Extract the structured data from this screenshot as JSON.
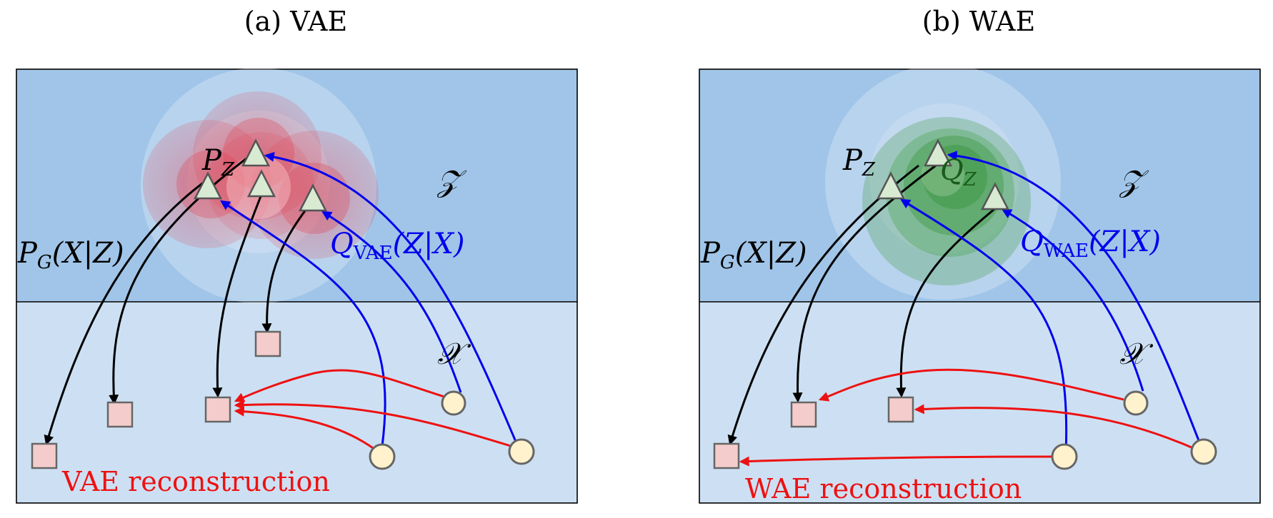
{
  "panels": [
    {
      "title": "(a) VAE",
      "latent_space_label": "𝒵",
      "data_space_label": "𝒳",
      "prior_label": {
        "main": "P",
        "sub": "Z"
      },
      "decoder_label": {
        "main": "P",
        "sub": "G",
        "rest": "(X|Z)"
      },
      "encoder_label": {
        "main": "Q",
        "sub": "VAE",
        "rest": "(Z|X)"
      },
      "reconstruction_label": "VAE reconstruction"
    },
    {
      "title": "(b) WAE",
      "latent_space_label": "𝒵",
      "data_space_label": "𝒳",
      "prior_label": {
        "main": "P",
        "sub": "Z"
      },
      "aggregate_label": {
        "main": "Q",
        "sub": "Z"
      },
      "decoder_label": {
        "main": "P",
        "sub": "G",
        "rest": "(X|Z)"
      },
      "encoder_label": {
        "main": "Q",
        "sub": "WAE",
        "rest": "(Z|X)"
      },
      "reconstruction_label": "WAE reconstruction"
    }
  ],
  "colors": {
    "latent_bg": "#a0c5e8",
    "data_bg": "#cde0f3",
    "encoder_arrow": "#0000ee",
    "decoder_arrow": "#000000",
    "reconstruction_arrow": "#ee1111",
    "latent_point": "#d9ead3",
    "data_point": "#fff2cc",
    "recon_point": "#f4cccc",
    "vae_posterior": "#e06070",
    "wae_aggregate": "#3a9a3a"
  }
}
